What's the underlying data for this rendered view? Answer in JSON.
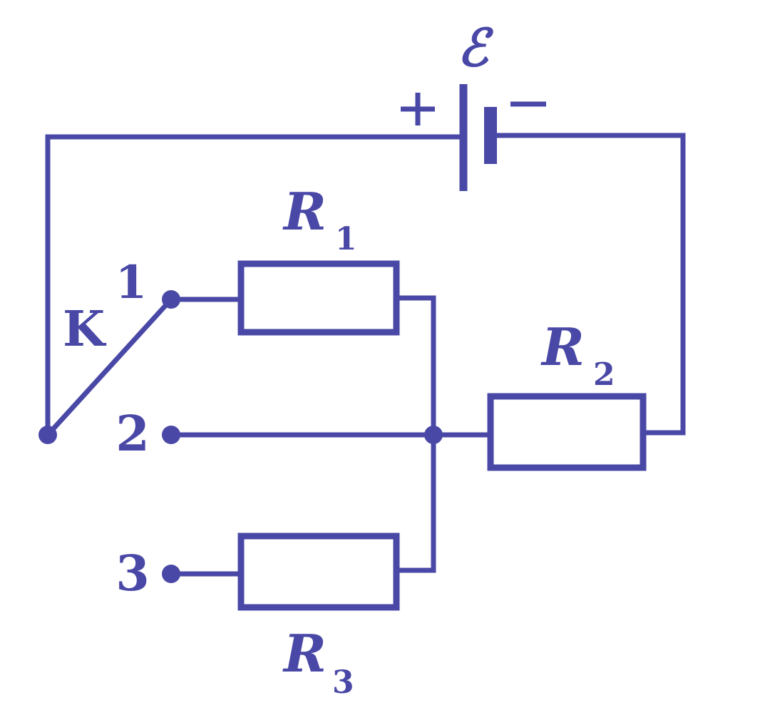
{
  "circuit": {
    "source_label": "ℰ",
    "plus_sign": "+",
    "minus_sign": "−",
    "switch_label": "K",
    "contacts": [
      {
        "id": "1",
        "label": "1"
      },
      {
        "id": "2",
        "label": "2"
      },
      {
        "id": "3",
        "label": "3"
      }
    ],
    "resistors": [
      {
        "id": "R1",
        "letter": "R",
        "subscript": "1"
      },
      {
        "id": "R2",
        "letter": "R",
        "subscript": "2"
      },
      {
        "id": "R3",
        "letter": "R",
        "subscript": "3"
      }
    ],
    "switch_position": "1"
  },
  "colors": {
    "ink": "#4a48a6",
    "background": "#ffffff"
  }
}
